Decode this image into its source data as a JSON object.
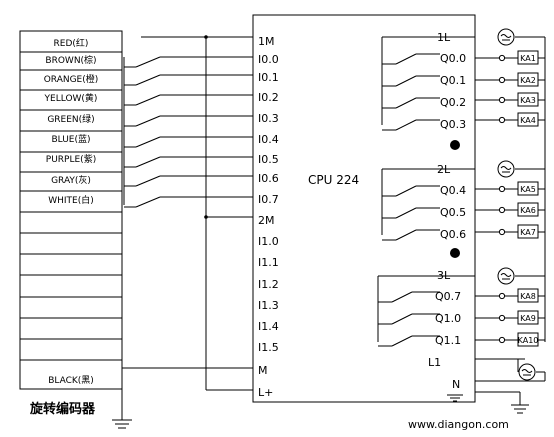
{
  "encoder": {
    "title": "旋转编码器",
    "wires": [
      "RED(红)",
      "BROWN(棕)",
      "ORANGE(橙)",
      "YELLOW(黄)",
      "GREEN(绿)",
      "BLUE(蓝)",
      "PURPLE(紫)",
      "GRAY(灰)",
      "WHITE(白)",
      "BLACK(黑)"
    ]
  },
  "plc": {
    "model": "CPU 224",
    "left_terminals": [
      "1M",
      "I0.0",
      "I0.1",
      "I0.2",
      "I0.3",
      "I0.4",
      "I0.5",
      "I0.6",
      "I0.7",
      "2M",
      "I1.0",
      "I1.1",
      "I1.2",
      "I1.3",
      "I1.4",
      "I1.5",
      "M",
      "L+"
    ],
    "right_terminals": [
      "1L",
      "Q0.0",
      "Q0.1",
      "Q0.2",
      "Q0.3",
      "2L",
      "Q0.4",
      "Q0.5",
      "Q0.6",
      "3L",
      "Q0.7",
      "Q1.0",
      "Q1.1",
      "L1",
      "N"
    ]
  },
  "relays": [
    "KA1",
    "KA2",
    "KA3",
    "KA4",
    "KA5",
    "KA6",
    "KA7",
    "KA8",
    "KA9",
    "KA10"
  ],
  "watermark": "www.diangon.com"
}
